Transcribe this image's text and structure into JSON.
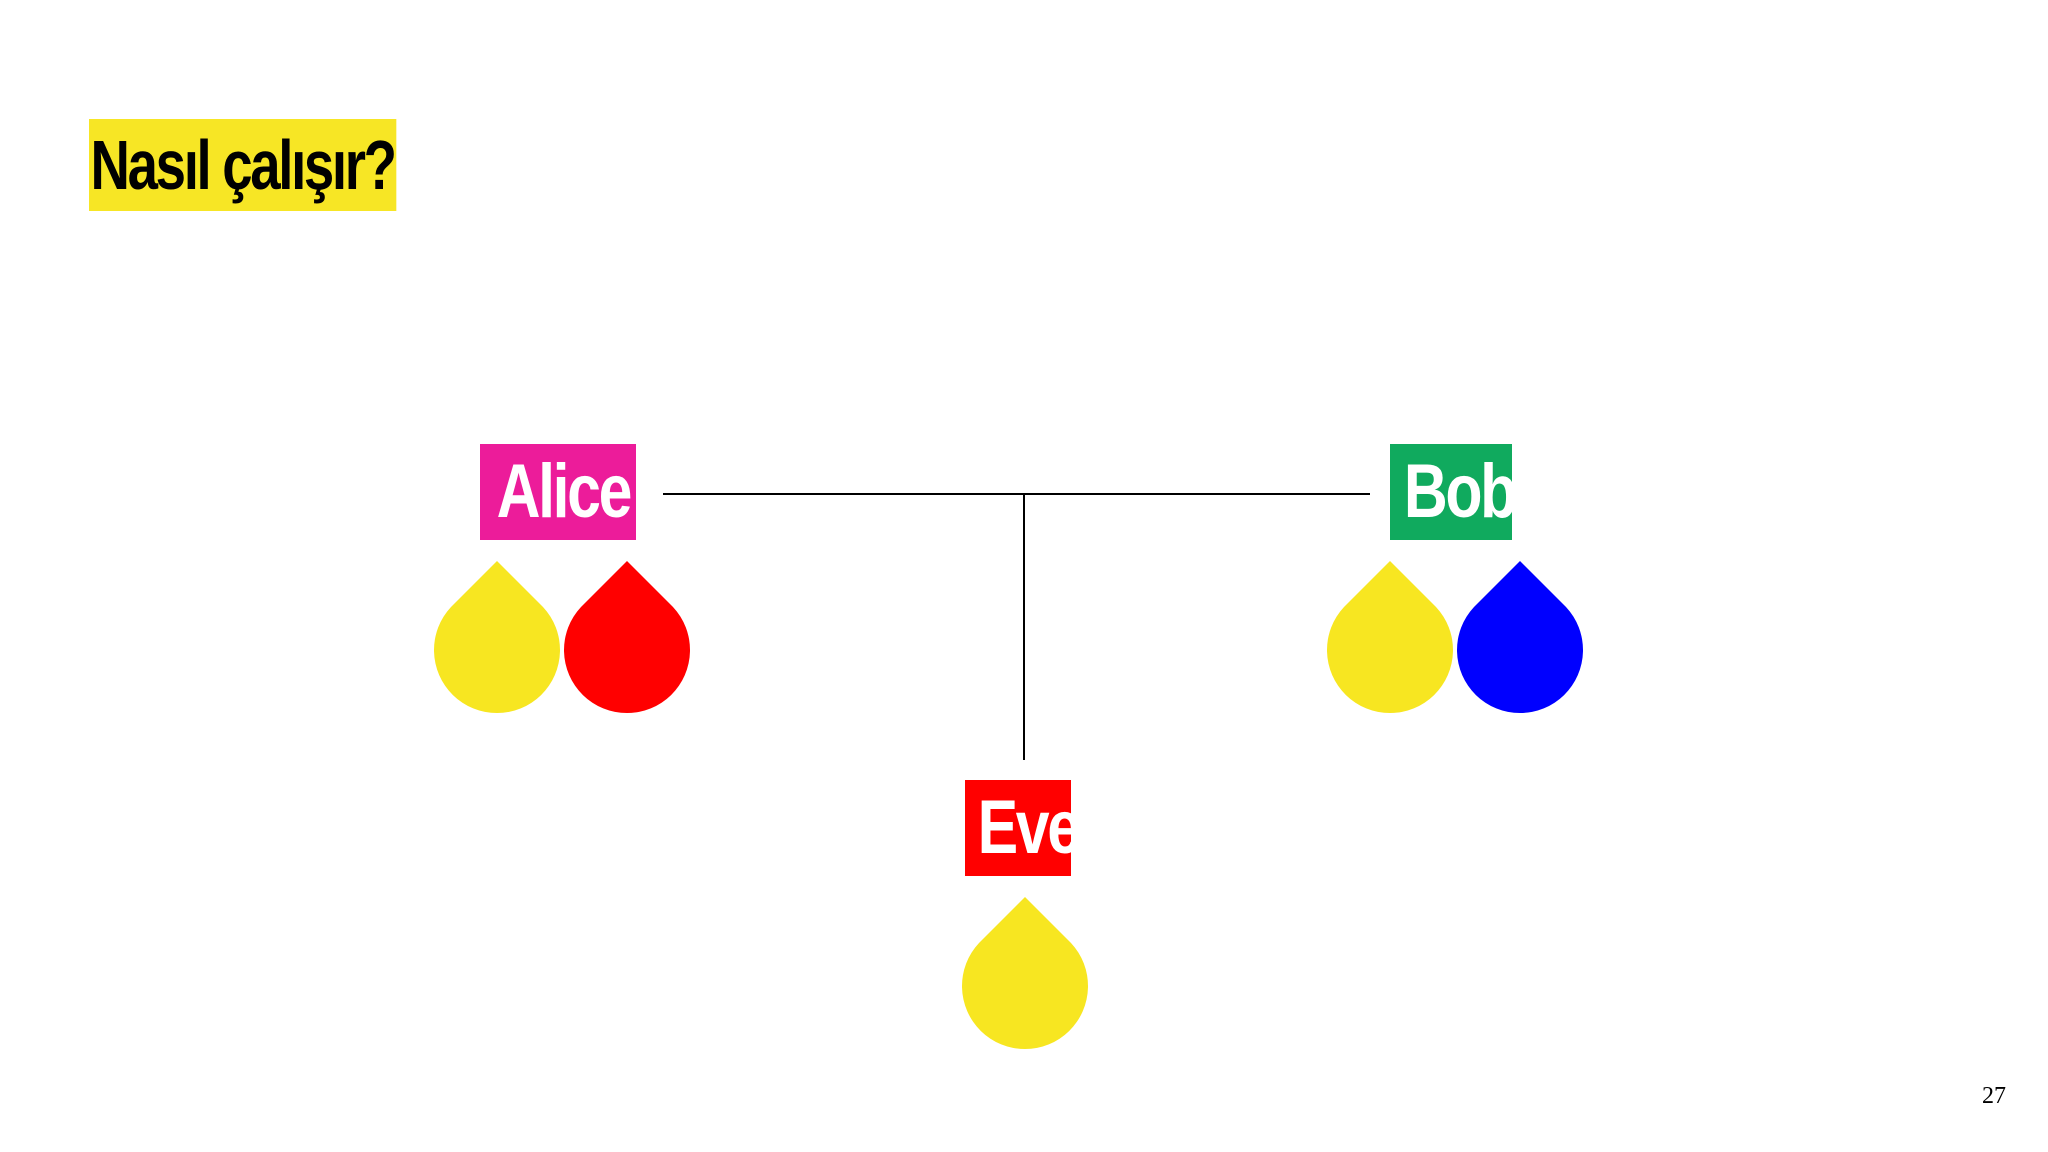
{
  "slide": {
    "title": "Nasıl çalışır?",
    "page_number": "27"
  },
  "parties": [
    {
      "name": "Alice",
      "color": "#ec1c9a",
      "drops": [
        "#f7e621",
        "#ff0000"
      ]
    },
    {
      "name": "Bob",
      "color": "#10aa5e",
      "drops": [
        "#f7e621",
        "#0000ff"
      ]
    },
    {
      "name": "Eve",
      "color": "#ff0000",
      "drops": [
        "#f7e621"
      ]
    }
  ],
  "icons": {
    "drop": "paint-drop-icon"
  },
  "colors": {
    "title_highlight": "#f7e625",
    "line": "#000000"
  }
}
